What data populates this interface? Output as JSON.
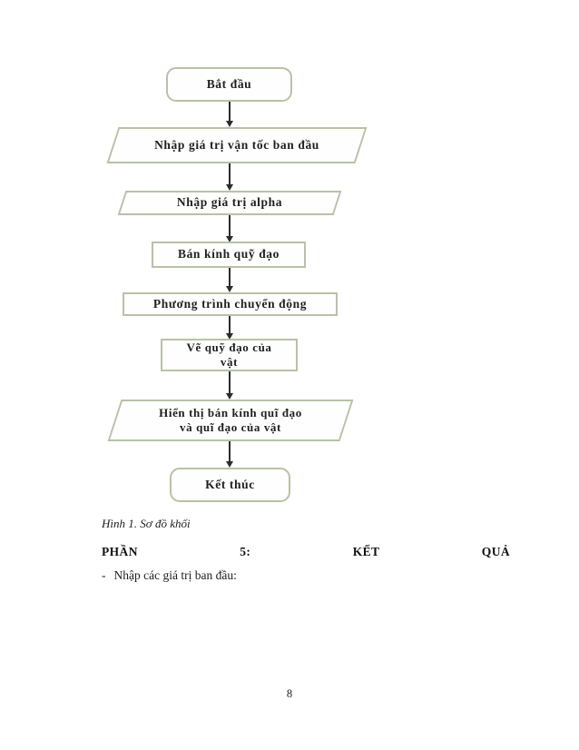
{
  "document": {
    "caption": "Hình 1. Sơ đồ khối",
    "section_heading": {
      "words": [
        "PHẦN",
        "5:",
        "KẾT",
        "QUẢ"
      ]
    },
    "body_line": {
      "bullet": "-",
      "text": "Nhập các giá trị ban đầu:"
    },
    "page_number": "8"
  },
  "flowchart": {
    "colors": {
      "shape_border": "#b7c2a6",
      "arrow": "#2b2b2b",
      "text": "#1f1f1f",
      "background": "#ffffff"
    },
    "nodes": [
      {
        "id": "start",
        "shape": "rounded-rectangle",
        "label": "Bắt đầu"
      },
      {
        "id": "input-velocity",
        "shape": "parallelogram",
        "label": "Nhập giá trị vận tốc ban đầu"
      },
      {
        "id": "input-alpha",
        "shape": "parallelogram",
        "label": "Nhập giá trị alpha"
      },
      {
        "id": "orbit-radius",
        "shape": "rectangle",
        "label": "Bán kính quỹ đạo"
      },
      {
        "id": "motion-equation",
        "shape": "rectangle",
        "label": "Phương trình chuyển động"
      },
      {
        "id": "draw-orbit",
        "shape": "rectangle",
        "label": "Vẽ quỹ đạo của\nvật"
      },
      {
        "id": "display-result",
        "shape": "parallelogram",
        "label": "Hiển thị bán kính quĩ đạo\nvà quĩ đạo của vật"
      },
      {
        "id": "end",
        "shape": "rounded-rectangle",
        "label": "Kết thúc"
      }
    ]
  }
}
